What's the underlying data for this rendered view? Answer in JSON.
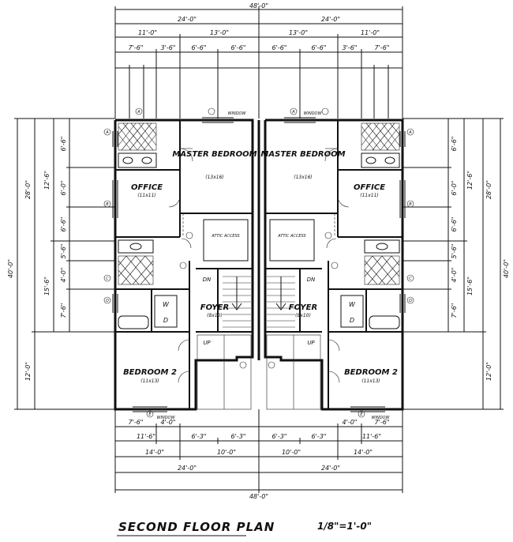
{
  "title": "SECOND FLOOR PLAN",
  "scale": "1/8\"=1'-0\"",
  "dims_top": {
    "overall": "48'-0\"",
    "halves": [
      "24'-0\"",
      "24'-0\""
    ],
    "row2": [
      "11'-0\"",
      "13'-0\"",
      "13'-0\"",
      "11'-0\""
    ],
    "row3": [
      "7'-6\"",
      "3'-6\"",
      "6'-6\"",
      "6'-6\"",
      "6'-6\"",
      "6'-6\"",
      "3'-6\"",
      "7'-6\""
    ]
  },
  "dims_bottom": {
    "row1": [
      "7'-6\"",
      "4'-0\"",
      "4'-0\"",
      "7'-6\""
    ],
    "row2": [
      "11'-6\"",
      "6'-3\"",
      "6'-3\"",
      "6'-3\"",
      "6'-3\"",
      "11'-6\""
    ],
    "row3": [
      "14'-0\"",
      "10'-0\"",
      "10'-0\"",
      "14'-0\""
    ],
    "row4": [
      "24'-0\"",
      "24'-0\""
    ],
    "overall": "48'-0\""
  },
  "dims_left": {
    "overall": "40'-0\"",
    "outer": [
      "28'-0\"",
      "12'-0\""
    ],
    "mid": [
      "12'-6\"",
      "15'-6\""
    ],
    "inner": [
      "6'-6\"",
      "6'-0\"",
      "6'-6\"",
      "5'-6\"",
      "4'-0\"",
      "7'-6\""
    ]
  },
  "dims_right": {
    "overall": "40'-0\"",
    "outer": [
      "28'-0\"",
      "12'-0\""
    ],
    "mid": [
      "12'-6\"",
      "15'-6\""
    ],
    "inner": [
      "6'-6\"",
      "6'-0\"",
      "6'-6\"",
      "5'-6\"",
      "4'-0\"",
      "7'-6\""
    ]
  },
  "rooms": [
    {
      "name": "MASTER BEDROOM",
      "size": "(13x16)"
    },
    {
      "name": "OFFICE",
      "size": "(11x11)"
    },
    {
      "name": "FOYER",
      "size": "(8x10)"
    },
    {
      "name": "BEDROOM 2",
      "size": "(11x13)"
    },
    {
      "name": "MASTER BEDROOM",
      "size": "(13x16)"
    },
    {
      "name": "OFFICE",
      "size": "(11x11)"
    },
    {
      "name": "FOYER",
      "size": "(8x10)"
    },
    {
      "name": "BEDROOM 2",
      "size": "(11x13)"
    }
  ],
  "labels": {
    "w": "W",
    "d": "D",
    "dn": "DN",
    "up": "UP",
    "window": "WINDOW",
    "attic": "ATTIC ACCESS"
  },
  "markers": [
    "A",
    "B",
    "C",
    "D",
    "E"
  ]
}
